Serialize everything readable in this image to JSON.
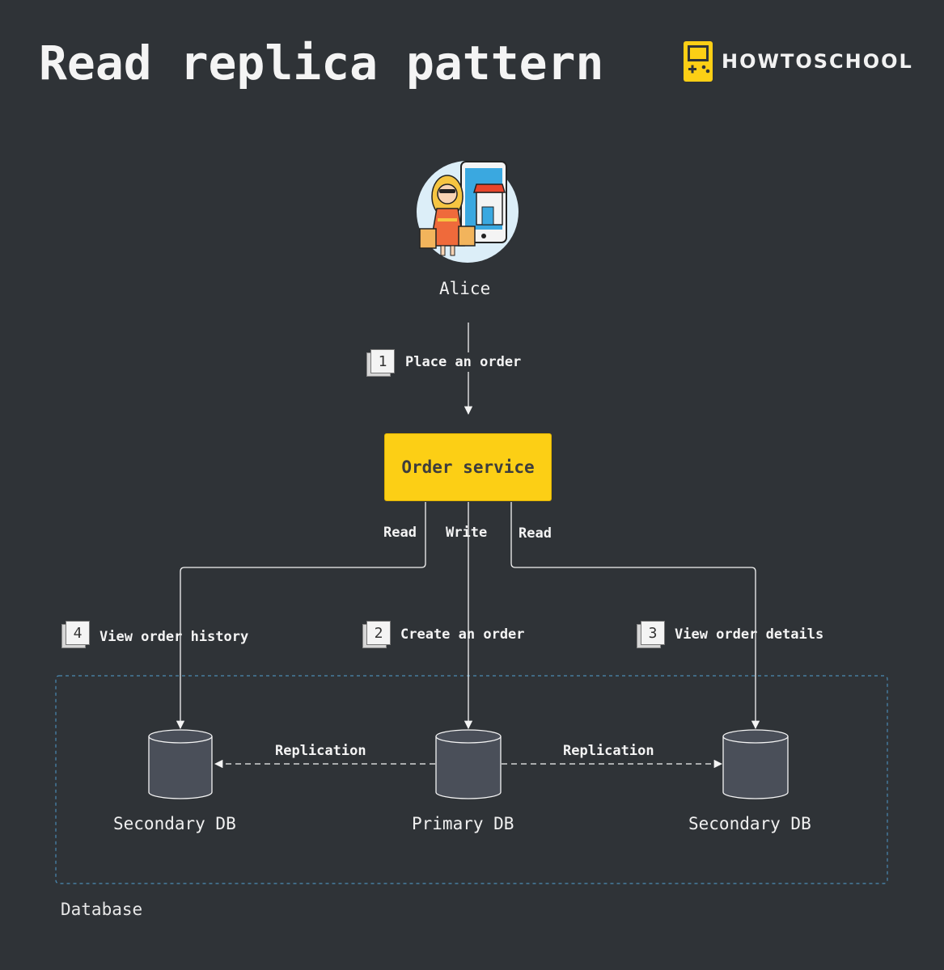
{
  "title": "Read replica pattern",
  "brand": {
    "name": "HOWTOSCHOOL",
    "logo_icon": "gameboy-icon",
    "accent": "#fccf15"
  },
  "actor": {
    "label": "Alice",
    "icon": "shopper-with-phone-icon"
  },
  "service": {
    "label": "Order service",
    "color": "#fccf15"
  },
  "steps": [
    {
      "number": "1",
      "label": "Place an order"
    },
    {
      "number": "2",
      "label": "Create an order"
    },
    {
      "number": "3",
      "label": "View order details"
    },
    {
      "number": "4",
      "label": "View order history"
    }
  ],
  "edges": {
    "read_left": "Read",
    "write": "Write",
    "read_right": "Read",
    "replication_left": "Replication",
    "replication_right": "Replication"
  },
  "databases": {
    "left": "Secondary DB",
    "primary": "Primary DB",
    "right": "Secondary DB"
  },
  "group": {
    "label": "Database"
  }
}
